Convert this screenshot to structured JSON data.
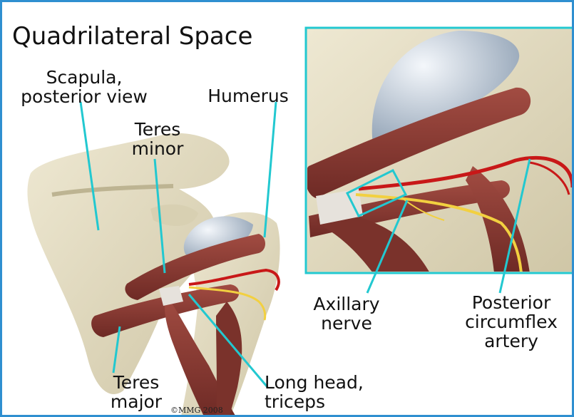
{
  "title": "Quadrilateral Space",
  "labels": {
    "scapula": "Scapula,\nposterior view",
    "humerus": "Humerus",
    "teres_minor": "Teres\nminor",
    "teres_major": "Teres\nmajor",
    "long_head": "Long head,\ntriceps",
    "axillary_nerve": "Axillary\nnerve",
    "post_circumflex": "Posterior\ncircumflex\nartery"
  },
  "copyright": "©MMG 2008",
  "colors": {
    "border": "#2f8fd0",
    "leader": "#22c8d0",
    "bone": "#e3dcc0",
    "muscle": "#8a3a32",
    "artery": "#c81818",
    "nerve": "#f2d040",
    "cartilage": "#b8c8d8"
  }
}
